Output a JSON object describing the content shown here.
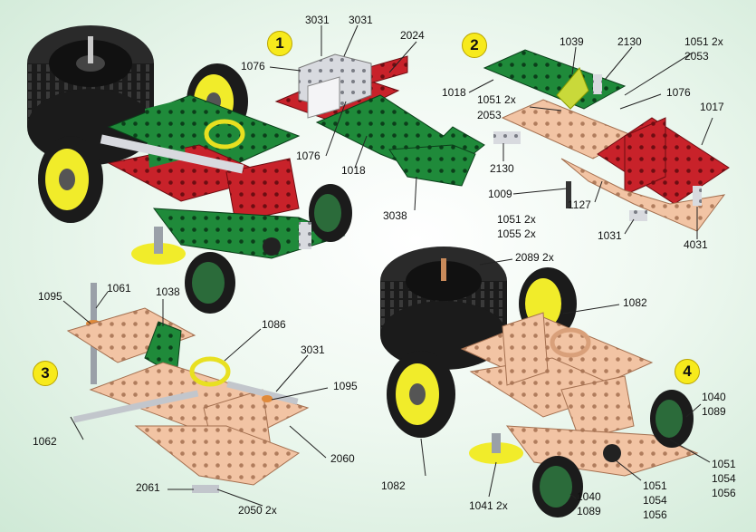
{
  "steps": {
    "s1": "1",
    "s2": "2",
    "s3": "3",
    "s4": "4"
  },
  "labels": {
    "l3031a": "3031",
    "l3031b": "3031",
    "l2024": "2024",
    "l1076a": "1076",
    "l1076b": "1076",
    "l1018a": "1018",
    "l3038": "3038",
    "l1039": "1039",
    "l2130a": "2130",
    "l1051_2053a": "1051 2x",
    "l2053a": "2053",
    "l1018b": "1018",
    "l1051_2053b": "1051 2x",
    "l2053b": "2053",
    "l1076c": "1076",
    "l1017": "1017",
    "l2130b": "2130",
    "l1009": "1009",
    "l1051_1055": "1051 2x",
    "l1055": "1055 2x",
    "l1127": "1127",
    "l1031": "1031",
    "l4031": "4031",
    "l1095a": "1095",
    "l1061": "1061",
    "l1038": "1038",
    "l1086": "1086",
    "l3031c": "3031",
    "l1095b": "1095",
    "l1062": "1062",
    "l2060": "2060",
    "l2061": "2061",
    "l2050": "2050 2x",
    "l2089": "2089 2x",
    "l1082a": "1082",
    "l1040a": "1040",
    "l1089a": "1089",
    "l1082b": "1082",
    "l1041": "1041 2x",
    "l1040b": "1040",
    "l1089b": "1089",
    "l1051a": "1051",
    "l1054a": "1054",
    "l1056a": "1056",
    "l1051b": "1051",
    "l1054b": "1054",
    "l1056b": "1056"
  },
  "colors": {
    "red": "#c8222a",
    "green": "#1f8a3a",
    "copper": "#f2c4a4",
    "tire": "#1b1b1b",
    "hub": "#f1ec2a",
    "silver": "#d8dadf"
  }
}
